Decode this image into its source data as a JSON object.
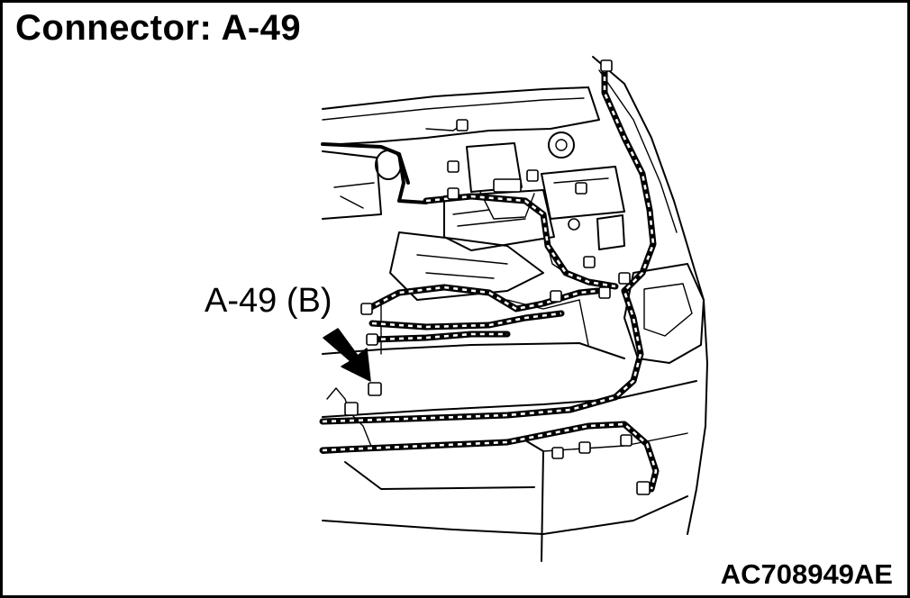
{
  "diagram": {
    "title": "Connector: A-49",
    "callout_label": "A-49 (B)",
    "figure_code": "AC708949AE"
  }
}
